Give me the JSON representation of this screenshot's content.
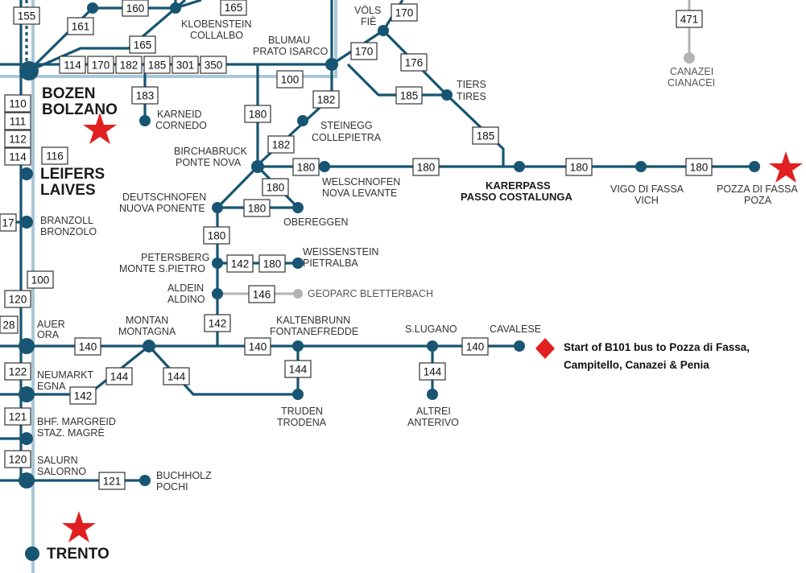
{
  "map": {
    "colors": {
      "route": "#175572",
      "rail": "#a9c8d6",
      "minor": "#b3b3b3",
      "star": "#e02020",
      "badge_border": "#333333"
    },
    "stations": {
      "bozen_1": "BOZEN",
      "bozen_2": "BOLZANO",
      "leifers_1": "LEIFERS",
      "leifers_2": "LAIVES",
      "branzoll_1": "BRANZOLL",
      "branzoll_2": "BRONZOLO",
      "auer_1": "AUER",
      "auer_2": "ORA",
      "neumarkt_1": "NEUMARKT",
      "neumarkt_2": "EGNA",
      "margreid_1": "BHF. MARGREID",
      "margreid_2": "STAZ. MAGRÈ",
      "salurn_1": "SALURN",
      "salurn_2": "SALORNO",
      "buchholz_1": "BUCHHOLZ",
      "buchholz_2": "POCHI",
      "trento": "TRENTO",
      "klobenstein_1": "KLOBENSTEIN",
      "klobenstein_2": "COLLALBO",
      "blumau_1": "BLUMAU",
      "blumau_2": "PRATO ISARCO",
      "voels_1": "VÖLS",
      "voels_2": "FIÈ",
      "tiers_1": "TIERS",
      "tiers_2": "TIRES",
      "karneid_1": "KARNEID",
      "karneid_2": "CORNEDO",
      "steinegg_1": "STEINEGG",
      "steinegg_2": "COLLEPIETRA",
      "birchabruck_1": "BIRCHABRUCK",
      "birchabruck_2": "PONTE NOVA",
      "welschnofen_1": "WELSCHNOFEN",
      "welschnofen_2": "NOVA LEVANTE",
      "karerpass_1": "KARERPASS",
      "karerpass_2": "PASSO COSTALUNGA",
      "vigo_1": "VIGO DI FASSA",
      "vigo_2": "VICH",
      "pozza_1": "POZZA DI FASSA",
      "pozza_2": "POZA",
      "canazei_1": "CANAZEI",
      "canazei_2": "CIANACEI",
      "deutschnofen_1": "DEUTSCHNOFEN",
      "deutschnofen_2": "NUOVA PONENTE",
      "obereggen": "OBEREGGEN",
      "petersberg_1": "PETERSBERG",
      "petersberg_2": "MONTE S.PIETRO",
      "weissenstein_1": "WEISSENSTEIN",
      "weissenstein_2": "PIETRALBA",
      "aldein_1": "ALDEIN",
      "aldein_2": "ALDINO",
      "geoparc": "GEOPARC BLETTERBACH",
      "montan_1": "MONTAN",
      "montan_2": "MONTAGNA",
      "kaltenbrunn_1": "KALTENBRUNN",
      "kaltenbrunn_2": "FONTANEFREDDE",
      "slugano": "S.LUGANO",
      "cavalese": "CAVALESE",
      "truden_1": "TRUDEN",
      "truden_2": "TRODENA",
      "altrei_1": "ALTREI",
      "altrei_2": "ANTERIVO"
    },
    "routes": {
      "r155": "155",
      "r160": "160",
      "r161": "161",
      "r165a": "165",
      "r165b": "165",
      "r114": "114",
      "r170a": "170",
      "r182a": "182",
      "r185a": "185",
      "r301": "301",
      "r350": "350",
      "r183": "183",
      "r100a": "100",
      "r110": "110",
      "r111": "111",
      "r112": "112",
      "r114b": "114",
      "r116": "116",
      "r180a": "180",
      "r182b": "182",
      "r182c": "182",
      "r170b": "170",
      "r170c": "170",
      "r176": "176",
      "r185b": "185",
      "r185c": "185",
      "r471": "471",
      "r180b": "180",
      "r180c": "180",
      "r180d": "180",
      "r180e": "180",
      "r180f": "180",
      "r180g": "180",
      "r180h": "180",
      "r180i": "180",
      "r142a": "142",
      "r146": "146",
      "r142b": "142",
      "r17": "17",
      "r100b": "100",
      "r120a": "120",
      "r28": "28",
      "r140a": "140",
      "r140b": "140",
      "r140c": "140",
      "r122": "122",
      "r144a": "144",
      "r144b": "144",
      "r144c": "144",
      "r144d": "144",
      "r142c": "142",
      "r121a": "121",
      "r120b": "120",
      "r121b": "121"
    },
    "note": {
      "line1": "Start of B101 bus to Pozza di Fassa,",
      "line2": "Campitello, Canazei & Penia"
    }
  }
}
